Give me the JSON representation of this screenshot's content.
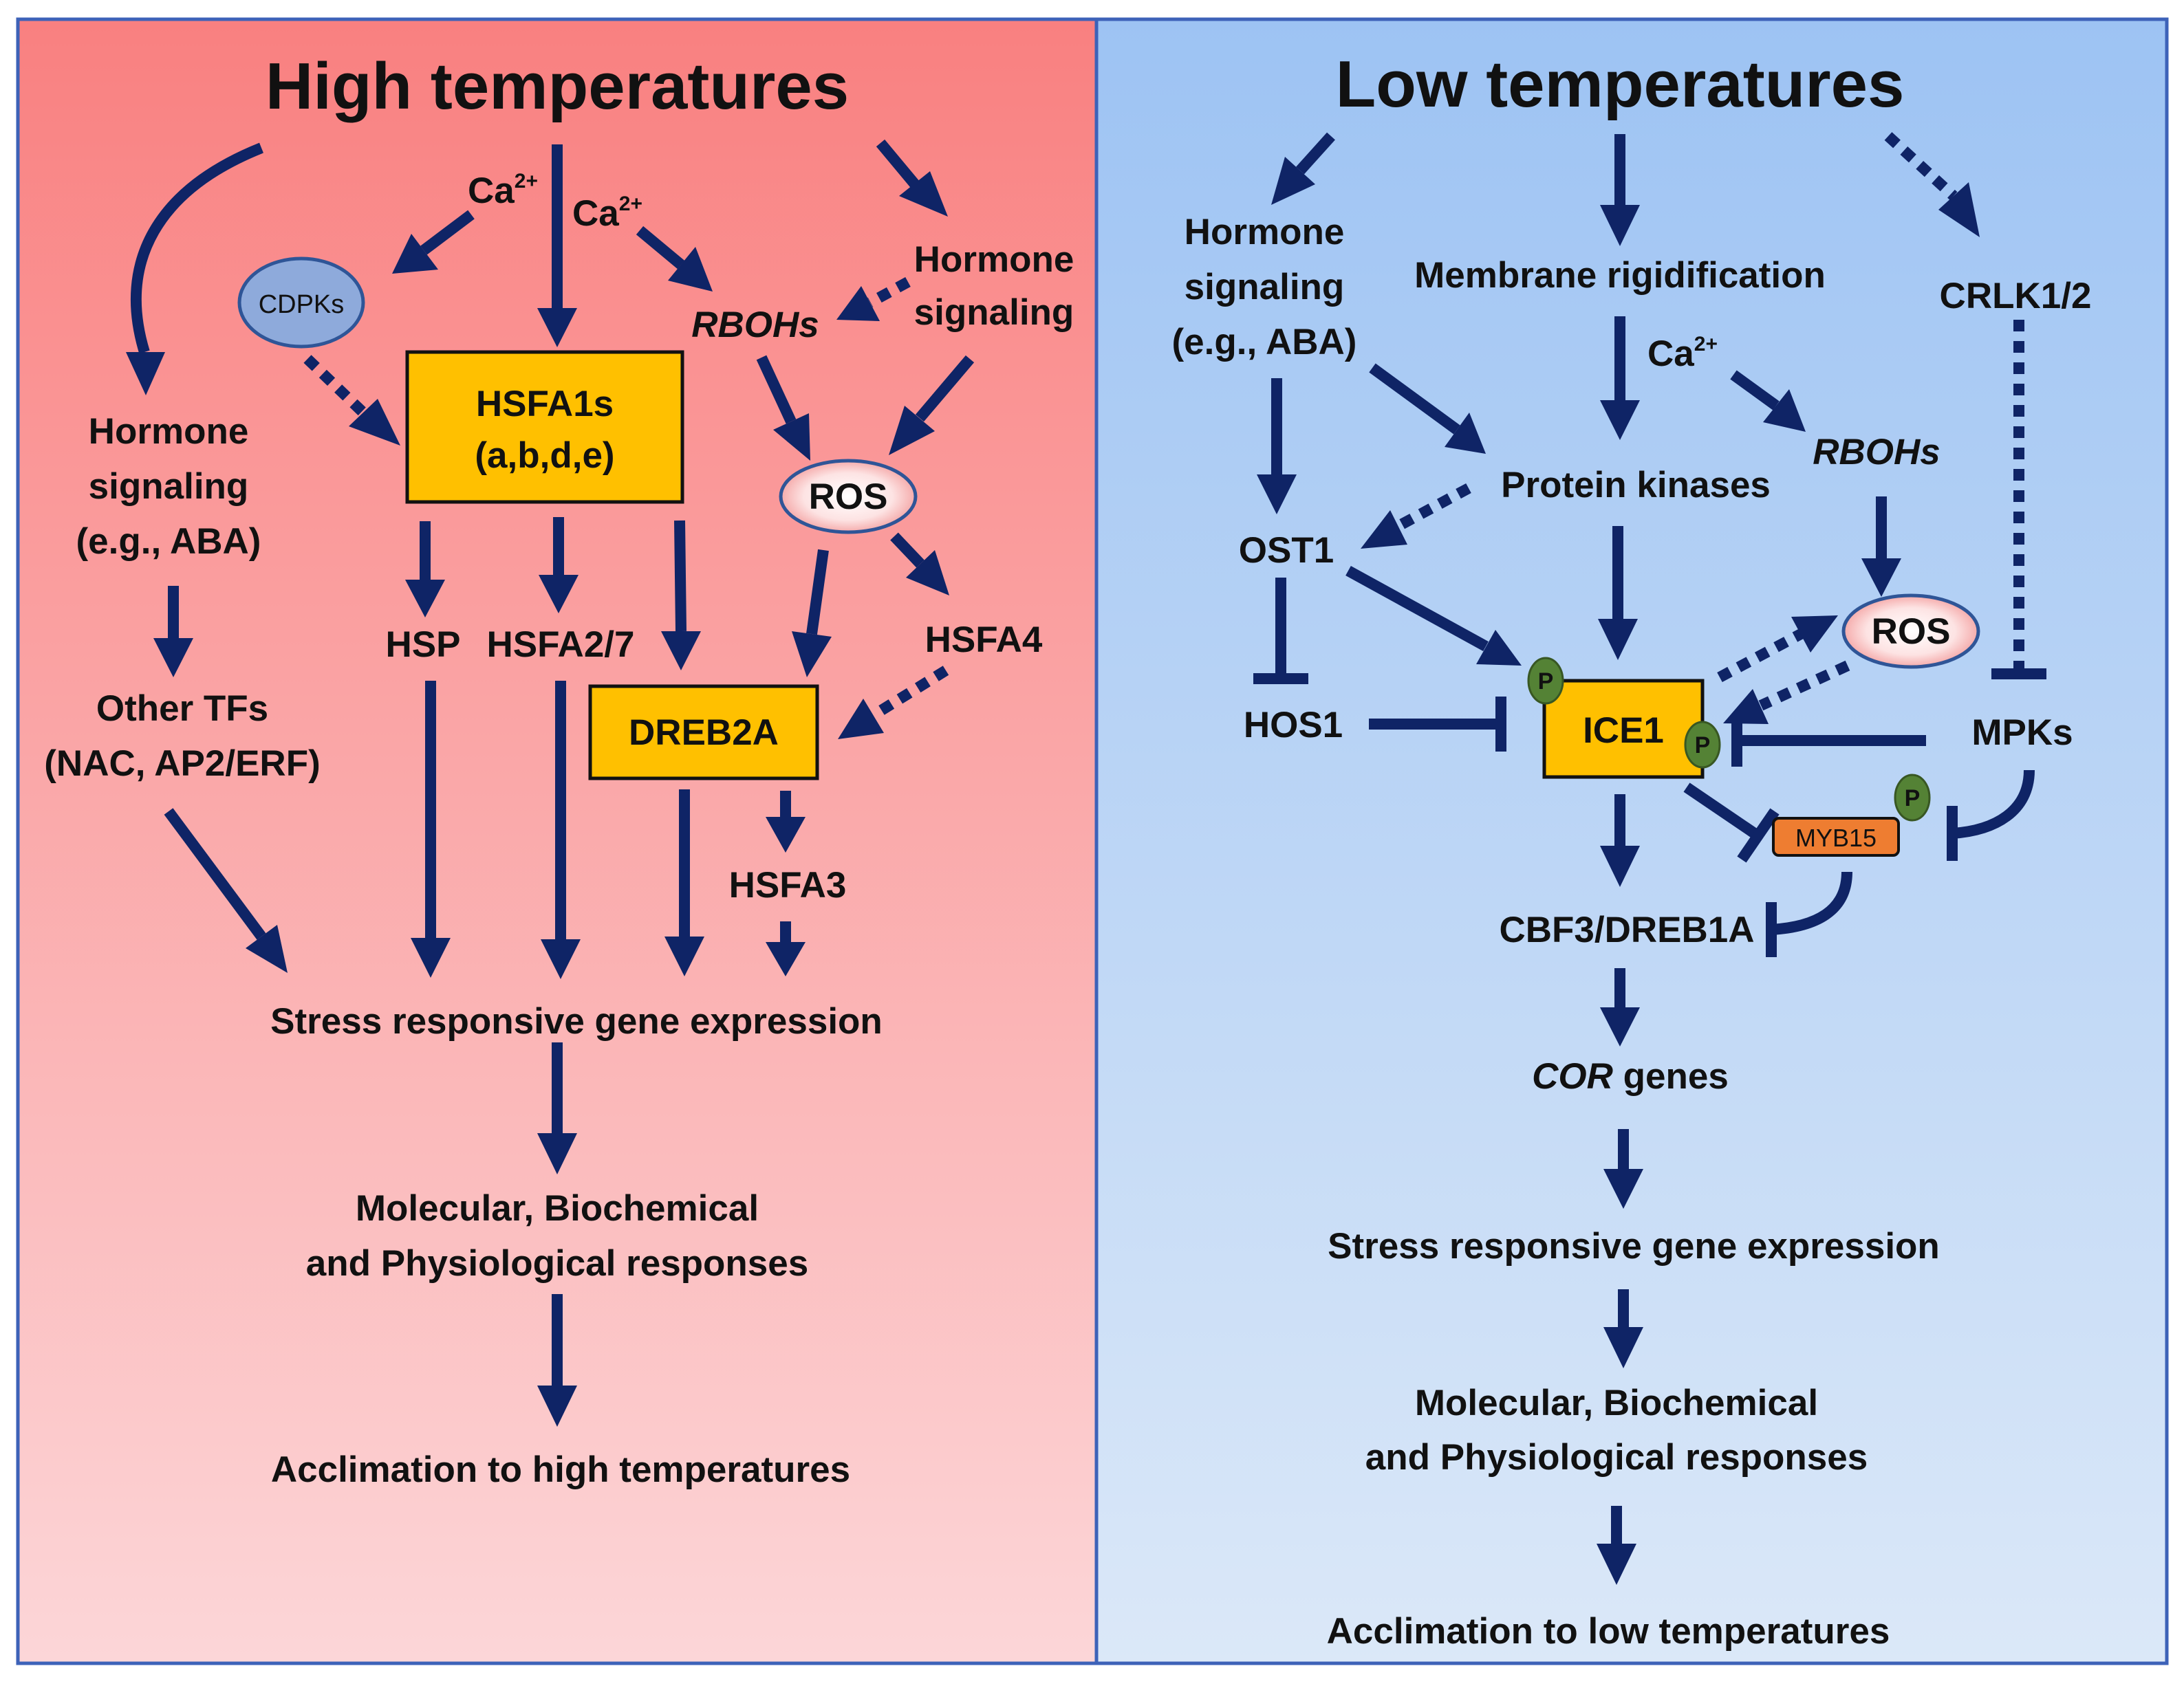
{
  "colors": {
    "arrow": "#0f2466",
    "high_panel_top": "#f98080",
    "high_panel_bottom": "#fcd6d8",
    "low_panel_top": "#9dc3f3",
    "low_panel_bottom": "#dbe8f8",
    "box_yellow": "#ffc000",
    "myb15_orange": "#ee7d31",
    "cdpks_blue": "#8eaadb",
    "phospho_green": "#548235",
    "panel_border": "#3d62b8"
  },
  "high": {
    "title": "High temperatures",
    "ca_left": "Ca",
    "ca_right": "Ca",
    "ca_sup": "2+",
    "cdpks": "CDPKs",
    "hsfa1s_line1": "HSFA1s",
    "hsfa1s_line2": "(a,b,d,e)",
    "rbohs": "RBOHs",
    "hormone_right_line1": "Hormone",
    "hormone_right_line2": "signaling",
    "ros": "ROS",
    "hormone_left_line1": "Hormone",
    "hormone_left_line2": "signaling",
    "hormone_left_line3": "(e.g., ABA)",
    "hsp": "HSP",
    "hsfa27": "HSFA2/7",
    "hsfa4": "HSFA4",
    "dreb2a": "DREB2A",
    "hsfa3": "HSFA3",
    "other_tfs_line1": "Other TFs",
    "other_tfs_line2": "(NAC, AP2/ERF)",
    "stress": "Stress responsive gene expression",
    "responses_line1": "Molecular, Biochemical",
    "responses_line2": "and Physiological responses",
    "acclimation": "Acclimation to high temperatures"
  },
  "low": {
    "title": "Low temperatures",
    "hormone_line1": "Hormone",
    "hormone_line2": "signaling",
    "hormone_line3": "(e.g., ABA)",
    "membrane": "Membrane rigidification",
    "crlk": "CRLK1/2",
    "ca": "Ca",
    "ca_sup": "2+",
    "rbohs": "RBOHs",
    "protein_kinases": "Protein kinases",
    "ost1": "OST1",
    "ros": "ROS",
    "hos1": "HOS1",
    "ice1": "ICE1",
    "mpks": "MPKs",
    "phospho": "P",
    "myb15": "MYB15",
    "cbf3": "CBF3/DREB1A",
    "cor_italic": "COR",
    "cor_rest": " genes",
    "stress": "Stress responsive gene expression",
    "responses_line1": "Molecular, Biochemical",
    "responses_line2": "and Physiological responses",
    "acclimation": "Acclimation to low temperatures"
  }
}
